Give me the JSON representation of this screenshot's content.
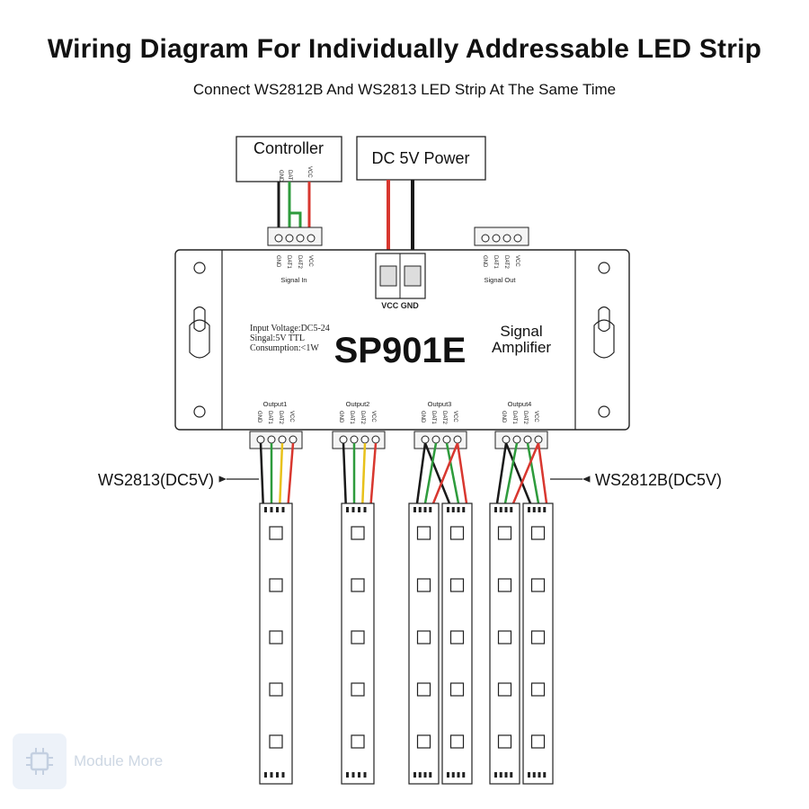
{
  "title": "Wiring Diagram For Individually Addressable LED Strip",
  "subtitle": "Connect WS2812B And WS2813 LED Strip At The Same Time",
  "controller": {
    "label": "Controller",
    "pins": [
      "GND",
      "DAT",
      "VCC"
    ]
  },
  "power": {
    "label": "DC 5V Power",
    "terminal_label": "VCC GND"
  },
  "device": {
    "model": "SP901E",
    "name_line1": "Signal",
    "name_line2": "Amplifier",
    "specs": [
      "Input Voltage:DC5-24",
      "Singal:5V TTL",
      "Consumption:<1W"
    ],
    "signal_in": {
      "label": "Signal In",
      "pins": [
        "GND",
        "DAT1",
        "DAT2",
        "VCC"
      ]
    },
    "signal_out": {
      "label": "Signal Out",
      "pins": [
        "GND",
        "DAT1",
        "DAT2",
        "VCC"
      ]
    },
    "outputs": [
      {
        "label": "Output1",
        "pins": [
          "GND",
          "DAT1",
          "DAT2",
          "VCC"
        ]
      },
      {
        "label": "Output2",
        "pins": [
          "GND",
          "DAT1",
          "DAT2",
          "VCC"
        ]
      },
      {
        "label": "Output3",
        "pins": [
          "GND",
          "DAT1",
          "DAT2",
          "VCC"
        ]
      },
      {
        "label": "Output4",
        "pins": [
          "GND",
          "DAT1",
          "DAT2",
          "VCC"
        ]
      }
    ]
  },
  "strips": {
    "left_label": "WS2813(DC5V)",
    "right_label": "WS2812B(DC5V)"
  },
  "watermark": "Module More",
  "colors": {
    "wire_black": "#1a1a1a",
    "wire_green": "#2e9b3c",
    "wire_yellow": "#e8c11a",
    "wire_red": "#d8372f",
    "outline": "#222222"
  }
}
